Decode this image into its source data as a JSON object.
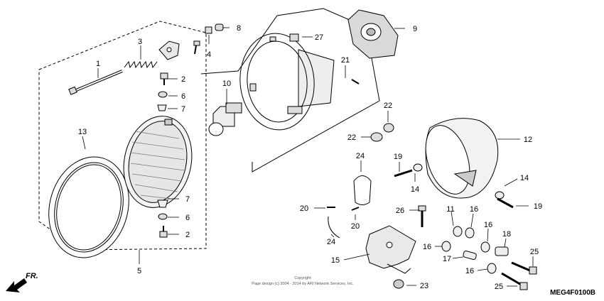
{
  "diagram": {
    "code": "MEG4F0100B",
    "direction_label": "FR.",
    "copyright_line1": "Copyright",
    "copyright_line2": "Page design (c) 2004 - 2014 by ARI Network Services, Inc.",
    "callouts": [
      "1",
      "2",
      "3",
      "4",
      "5",
      "6",
      "7",
      "8",
      "9",
      "10",
      "11",
      "12",
      "13",
      "14",
      "15",
      "16",
      "17",
      "18",
      "19",
      "20",
      "21",
      "22",
      "23",
      "24",
      "25",
      "26",
      "27"
    ]
  }
}
